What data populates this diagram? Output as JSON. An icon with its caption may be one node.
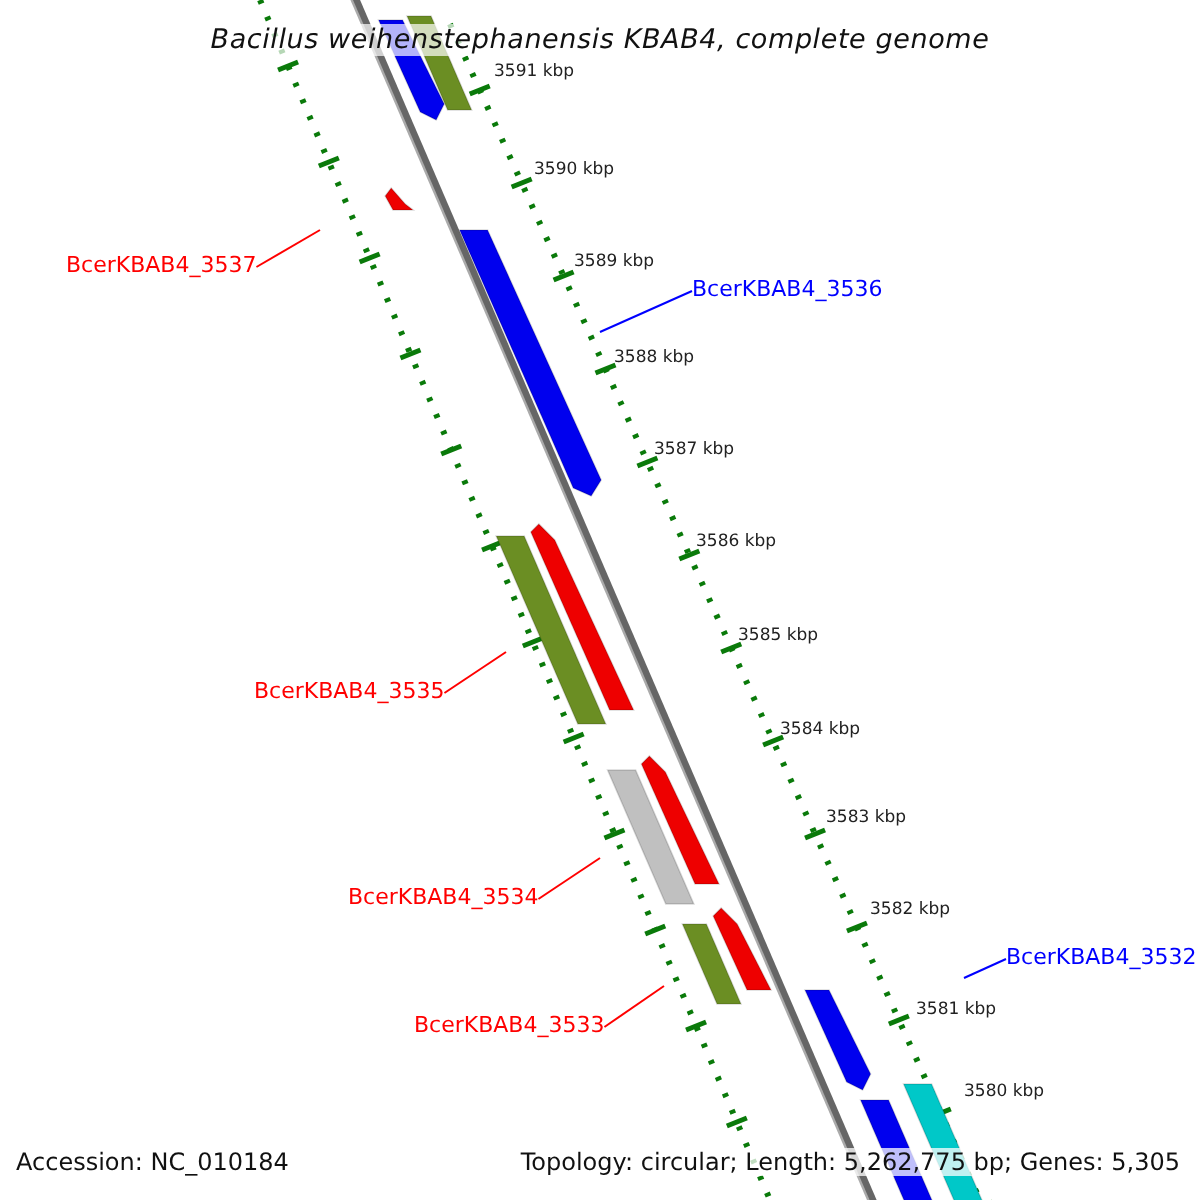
{
  "diagram": {
    "title": "Bacillus weihenstephanensis KBAB4, complete genome",
    "nodes": [
      {
        "text": [
          "BcerKBAB4_3537"
        ]
      },
      {
        "text": [
          "BcerKBAB4_3536"
        ]
      },
      {
        "text": [
          "BcerKBAB4_3535"
        ]
      },
      {
        "text": [
          "BcerKBAB4_3534"
        ]
      },
      {
        "text": [
          "BcerKBAB4_3533"
        ]
      },
      {
        "text": [
          "BcerKBAB4_3532"
        ]
      }
    ],
    "edges": [
      {
        "from": 0,
        "to": null,
        "arrow": "none"
      },
      {
        "from": 1,
        "to": null,
        "arrow": "none",
        "color": "#0000ff"
      },
      {
        "from": 2,
        "to": null,
        "arrow": "none"
      },
      {
        "from": 3,
        "to": null,
        "arrow": "none"
      },
      {
        "from": 4,
        "to": null,
        "arrow": "none"
      },
      {
        "from": 5,
        "to": null,
        "arrow": "none",
        "color": "#0000ff"
      }
    ],
    "labels": [
      "3591 kbp",
      "3590 kbp",
      "3589 kbp",
      "3588 kbp",
      "3587 kbp",
      "3586 kbp",
      "3585 kbp",
      "3584 kbp",
      "3583 kbp",
      "3582 kbp",
      "3581 kbp",
      "3580 kbp",
      "Accession: NC_010184",
      "Topology: circular; Length: 5,262,775 bp; Genes: 5,305"
    ]
  }
}
